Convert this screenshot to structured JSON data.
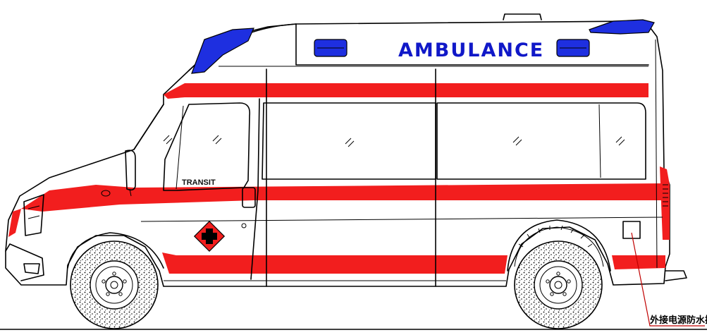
{
  "vehicle": {
    "roof_text": "AMBULANCE",
    "model_badge": "TRANSIT"
  },
  "annotation": {
    "label": "外接电源防水插座"
  },
  "colors": {
    "stripe_red": "#f21e1e",
    "beacon_blue": "#1e2fe0",
    "roof_text_blue": "#1018c8",
    "outline": "#000000"
  }
}
